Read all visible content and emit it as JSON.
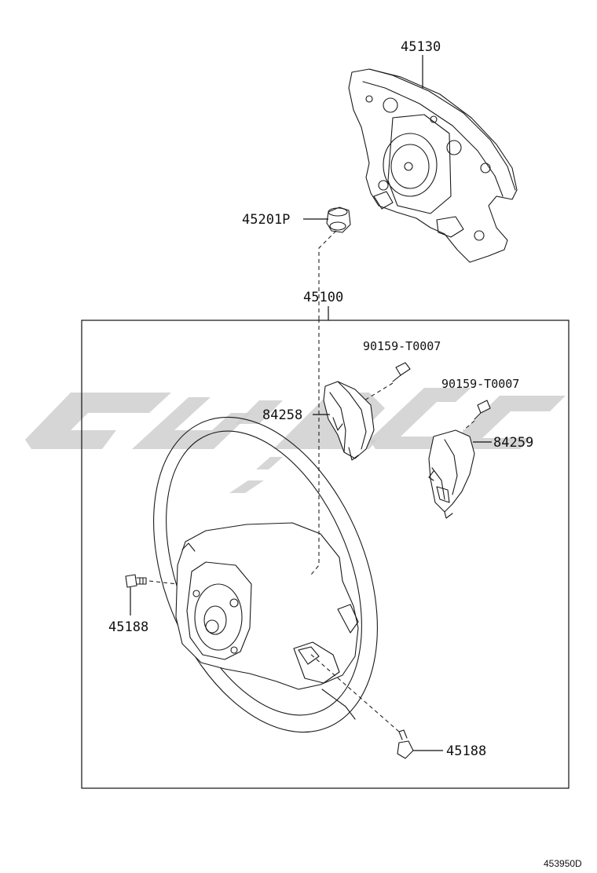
{
  "diagram": {
    "parts": {
      "airbag": "45130",
      "nut": "45201P",
      "wheel_assy": "45100",
      "screw_left": "90159-T0007",
      "screw_right": "90159-T0007",
      "switch_left": "84258",
      "switch_right": "84259",
      "bolt_left": "45188",
      "bolt_right": "45188"
    },
    "diagram_code": "453950D"
  },
  "icons": {
    "watermark": "watermark-logo-icon"
  }
}
